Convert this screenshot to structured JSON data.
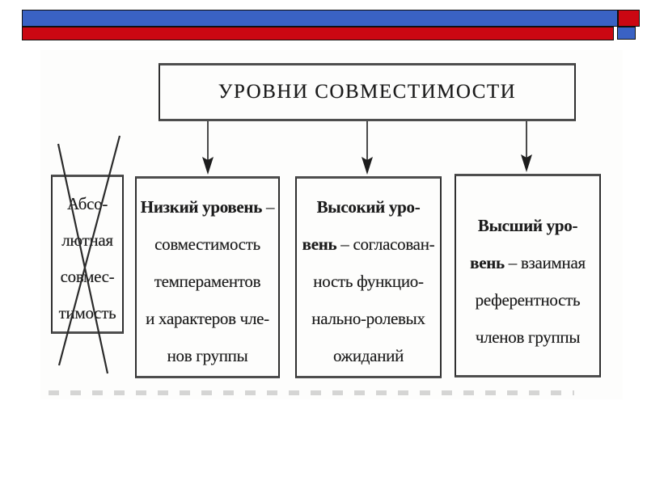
{
  "banner": {
    "blue_color": "#3a62c4",
    "red_color": "#cb0712"
  },
  "diagram": {
    "title": "УРОВНИ СОВМЕСТИМОСТИ",
    "crossed_box": {
      "lines": [
        "Абсо-",
        "лютная",
        "совмес-",
        "тимость"
      ]
    },
    "boxes": [
      {
        "name": "low-level",
        "lines": [
          {
            "bold": "Низкий уровень",
            "regular": " –"
          },
          {
            "bold": "",
            "regular": "совместимость"
          },
          {
            "bold": "",
            "regular": "темпераментов"
          },
          {
            "bold": "",
            "regular": "и характеров чле-"
          },
          {
            "bold": "",
            "regular": "нов группы"
          }
        ]
      },
      {
        "name": "high-level",
        "lines": [
          {
            "bold": "Высокий уро-",
            "regular": ""
          },
          {
            "bold": "вень",
            "regular": " – согласован-"
          },
          {
            "bold": "",
            "regular": "ность функцио-"
          },
          {
            "bold": "",
            "regular": "нально-ролевых"
          },
          {
            "bold": "",
            "regular": "ожиданий"
          }
        ]
      },
      {
        "name": "highest-level",
        "lines": [
          {
            "bold": "Высший уро-",
            "regular": ""
          },
          {
            "bold": "вень",
            "regular": " – взаимная"
          },
          {
            "bold": "",
            "regular": "референтность"
          },
          {
            "bold": "",
            "regular": "членов группы"
          }
        ]
      }
    ]
  }
}
